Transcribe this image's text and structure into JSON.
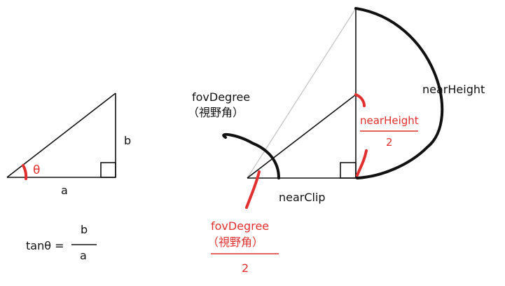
{
  "colors": {
    "ink": "#111111",
    "accent": "#e0302f",
    "faint": "#c9c9c9"
  },
  "left_triangle": {
    "theta": "θ",
    "side_b": "b",
    "side_a": "a"
  },
  "formula": {
    "lhs": "tanθ =",
    "numerator": "b",
    "denominator": "a"
  },
  "right_triangle": {
    "fov_label_line1": "fovDegree",
    "fov_label_line2": "（視野角）",
    "near_height": "nearHeight",
    "half_height_numerator": "nearHeight",
    "half_height_denominator": "2",
    "near_clip": "nearClip",
    "half_fov_line1": "fovDegree",
    "half_fov_line2": "（視野角）",
    "half_fov_denominator": "2"
  }
}
